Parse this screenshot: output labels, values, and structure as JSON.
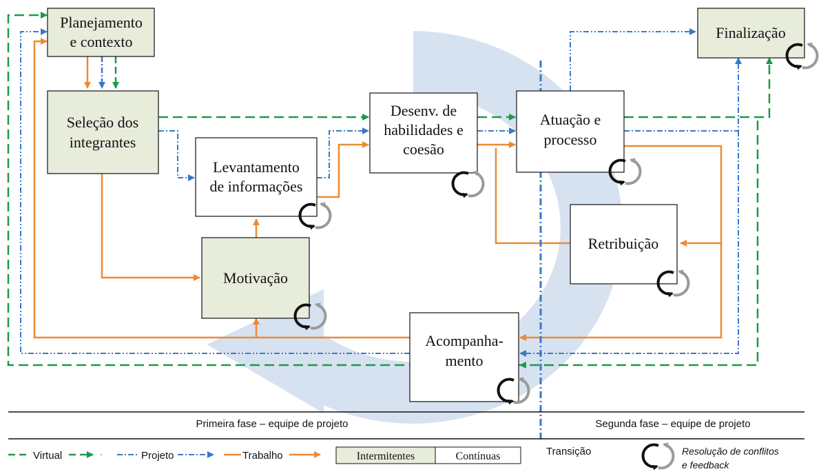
{
  "colors": {
    "virtual": "#1a9a48",
    "projeto": "#3a78c9",
    "trabalho": "#ec8a34",
    "intermittent_fill": "#e7ecdb",
    "continuous_fill": "#ffffff",
    "background_circle": "#d7e2f1"
  },
  "nodes": {
    "planejamento": {
      "line1": "Planejamento",
      "line2": "e contexto",
      "kind": "intermitente"
    },
    "selecao": {
      "line1": "Seleção dos",
      "line2": "integrantes",
      "kind": "intermitente"
    },
    "levantamento": {
      "line1": "Levantamento",
      "line2": "de informações",
      "kind": "continua"
    },
    "motivacao": {
      "line1": "Motivação",
      "kind": "intermitente"
    },
    "desenv": {
      "line1": "Desenv. de",
      "line2": "habilidades e",
      "line3": "coesão",
      "kind": "continua"
    },
    "atuacao": {
      "line1": "Atuação e",
      "line2": "processo",
      "kind": "continua"
    },
    "retribuicao": {
      "line1": "Retribuição",
      "kind": "continua"
    },
    "acompanhamento": {
      "line1": "Acompanha-",
      "line2": "mento",
      "kind": "continua"
    },
    "finalizacao": {
      "line1": "Finalização",
      "kind": "intermitente"
    }
  },
  "phases": {
    "first": "Primeira fase – equipe de projeto",
    "second": "Segunda fase – equipe de projeto",
    "transition": "Transição"
  },
  "legend": {
    "virtual": "Virtual",
    "projeto": "Projeto",
    "trabalho": "Trabalho",
    "intermitentes": "Intermitentes",
    "continuas": "Contínuas",
    "feedback_line1": "Resolução de conflitos",
    "feedback_line2": "e feedback"
  },
  "icons": {
    "cycle": "conflict-feedback-cycle-icon",
    "big_arrow": "circular-process-arrow"
  }
}
